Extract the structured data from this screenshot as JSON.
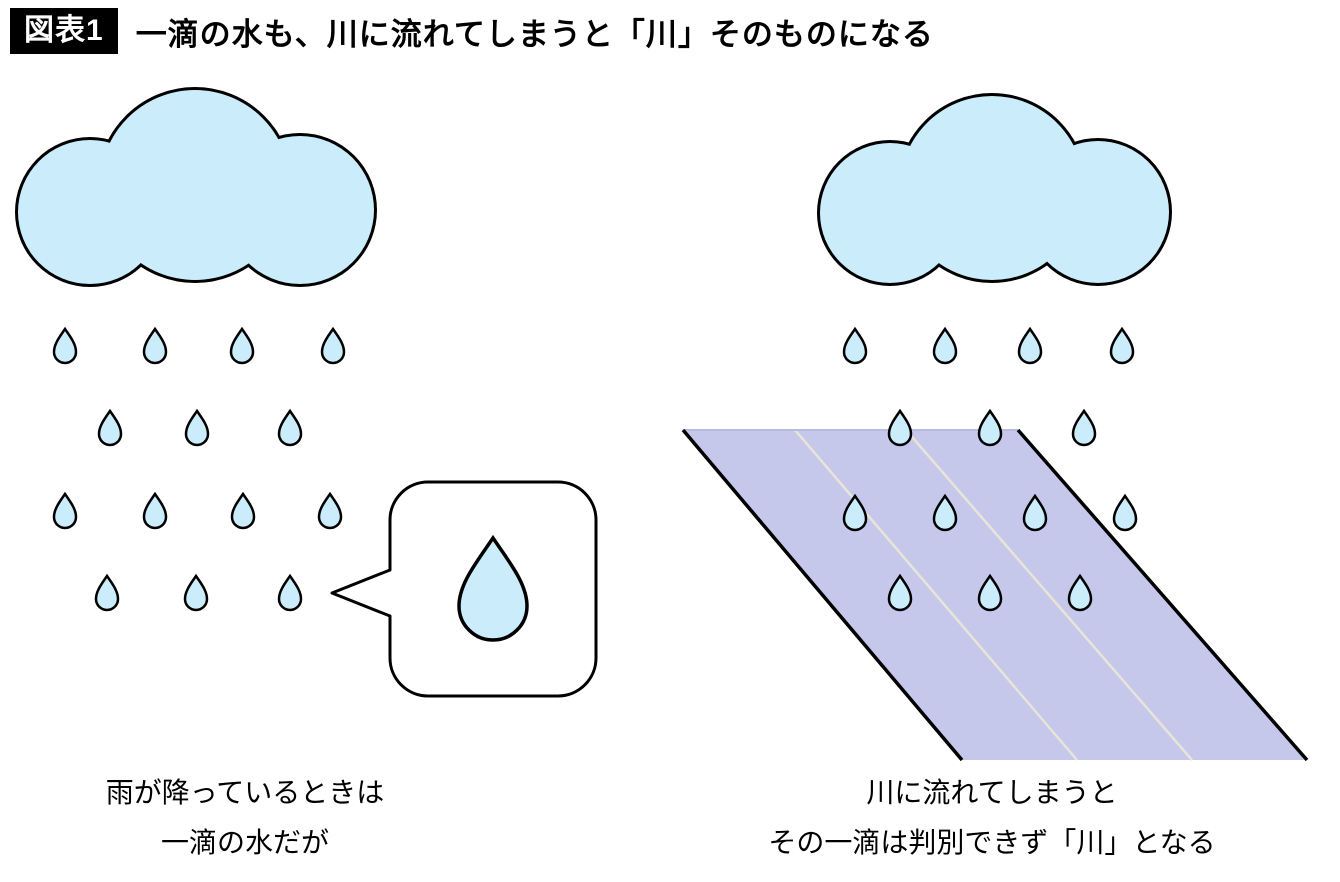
{
  "figure": {
    "badge": "図表1",
    "title": "一滴の水も、川に流れてしまうと「川」そのものになる"
  },
  "left_panel": {
    "caption_line1": "雨が降っているときは",
    "caption_line2": "一滴の水だが",
    "drop_count": 14,
    "highlighted_drop_count": 1
  },
  "right_panel": {
    "caption_line1": "川に流れてしまうと",
    "caption_line2": "その一滴は判別できず「川」となる",
    "drop_count": 14,
    "river_lanes": 3
  },
  "colors": {
    "cloud_fill": "#cbedfb",
    "drop_fill": "#cbedfb",
    "river_fill": "#c6c8eb",
    "river_lane_line": "#e8e4d8",
    "river_top_edge": "#b9bbe2",
    "outline": "#000000",
    "badge_bg": "#000000",
    "badge_text": "#ffffff"
  }
}
